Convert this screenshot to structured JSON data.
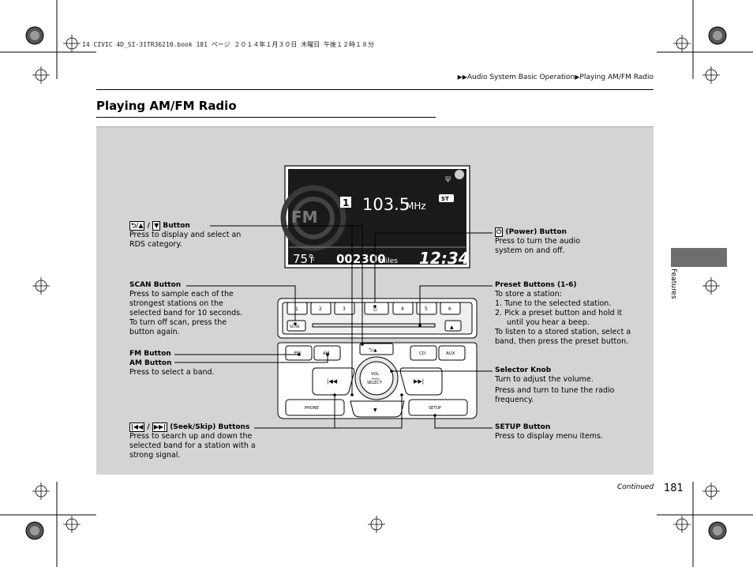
{
  "print_header": "14 CIVIC 4D_SI-31TR36210.book  181 ページ  ２０１４年１月３０日  木曜日  午後１２時１８分",
  "breadcrumb": {
    "arrows": "▶▶",
    "section": "Audio System Basic Operation",
    "separator": "▶",
    "current": "Playing AM/FM Radio"
  },
  "page_title": "Playing AM/FM Radio",
  "side_tab": "Features",
  "display": {
    "mode": "FM",
    "preset": "1",
    "frequency": "103.5",
    "frequency_unit": "MHz",
    "stereo": "ST",
    "temperature": "75°",
    "temperature_unit": "F",
    "odometer": "002300",
    "odometer_unit": "miles",
    "clock": "12:34"
  },
  "unit_labels": {
    "presets": [
      "1",
      "2",
      "3",
      "4",
      "5",
      "6"
    ],
    "scan": "SCAN",
    "eject": "▲",
    "fm": "FM",
    "am": "AM",
    "back_tune": "⮌/▲",
    "cd": "CD",
    "aux": "AUX",
    "seek_back": "|◀◀",
    "seek_fwd": "▶▶|",
    "knob_line1": "VOL",
    "knob_line2": "PUSH",
    "knob_line3": "SELECT",
    "down": "▼",
    "phone": "PHONE",
    "setup": "SETUP"
  },
  "callouts": {
    "back_button": {
      "glyph1": "⮌/▲",
      "sep": "/",
      "glyph2": "▼",
      "label": "Button",
      "desc": "Press to display and select an RDS category."
    },
    "scan_button": {
      "label": "SCAN Button",
      "desc": "Press to sample each of the strongest stations on the selected band for 10 seconds. To turn off scan, press the button again."
    },
    "fm_am": {
      "label1": "FM Button",
      "label2": "AM Button",
      "desc": "Press to select a band."
    },
    "seek": {
      "glyph1": "|◀◀",
      "sep": "/",
      "glyph2": "▶▶|",
      "label": "(Seek/Skip) Buttons",
      "desc": "Press to search up and down the selected band for a station with a strong signal."
    },
    "power": {
      "glyph": "⏻",
      "label": "(Power) Button",
      "desc": "Press to turn the audio system on and off."
    },
    "presets": {
      "label": "Preset Buttons (1-6)",
      "intro": "To store a station:",
      "step1": "1.  Tune to the selected station.",
      "step2": "2.  Pick a preset button and hold it until you hear a beep.",
      "outro": "To listen to a stored station, select a band, then press the preset button."
    },
    "selector": {
      "label": "Selector Knob",
      "desc1": "Turn to adjust the volume.",
      "desc2": "Press and turn to tune the radio frequency."
    },
    "setup": {
      "label": "SETUP Button",
      "desc": "Press to display menu items."
    }
  },
  "footer": {
    "continued": "Continued",
    "page_number": "181"
  }
}
